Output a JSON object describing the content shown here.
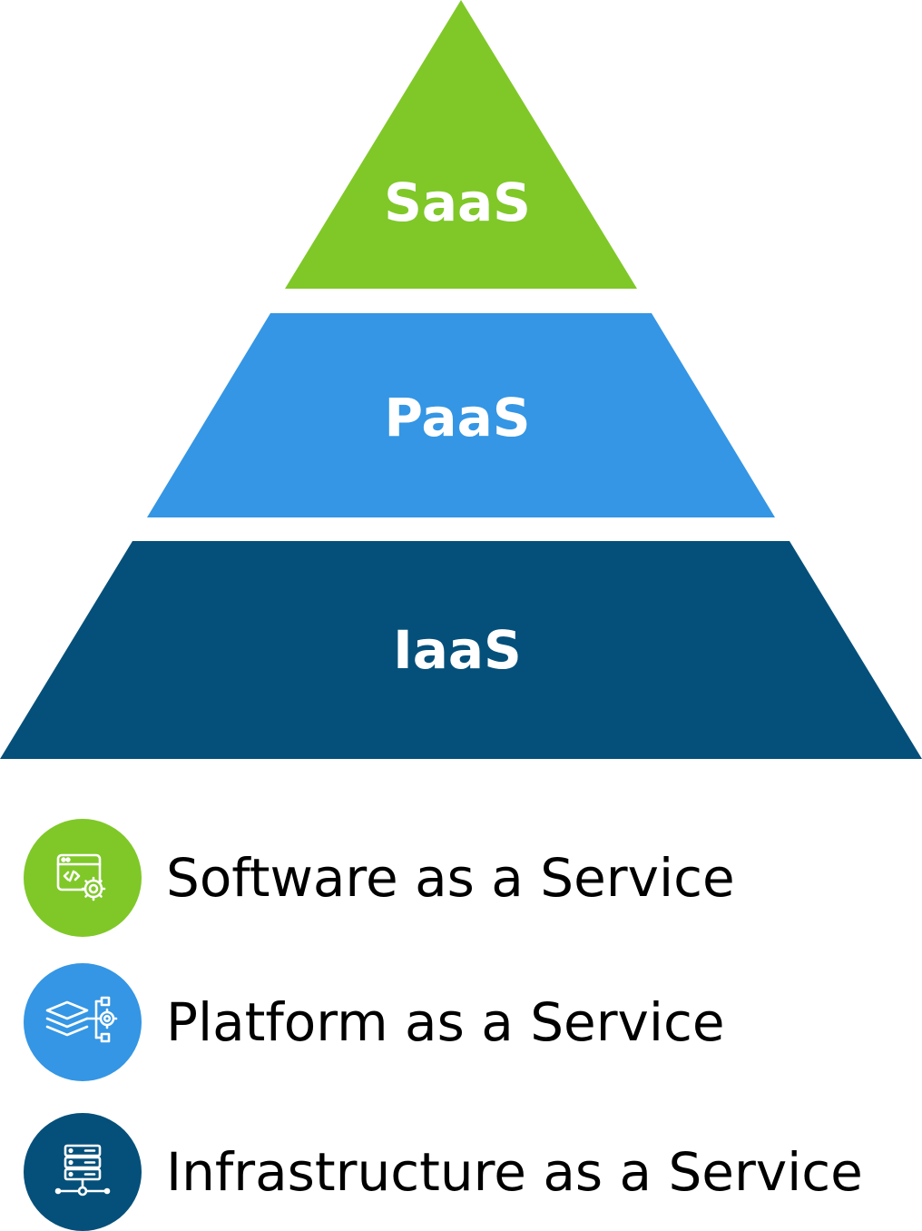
{
  "colors": {
    "saas": "#7fc828",
    "paas": "#3496e4",
    "iaas": "#05507a",
    "icon_stroke": "#ffffff"
  },
  "pyramid": {
    "tiers": [
      {
        "label": "SaaS"
      },
      {
        "label": "PaaS"
      },
      {
        "label": "IaaS"
      }
    ]
  },
  "legend": [
    {
      "icon": "code-window-gear-icon",
      "label": "Software as a Service"
    },
    {
      "icon": "layers-network-gear-icon",
      "label": "Platform as a Service"
    },
    {
      "icon": "server-network-icon",
      "label": "Infrastructure as a Service"
    }
  ]
}
